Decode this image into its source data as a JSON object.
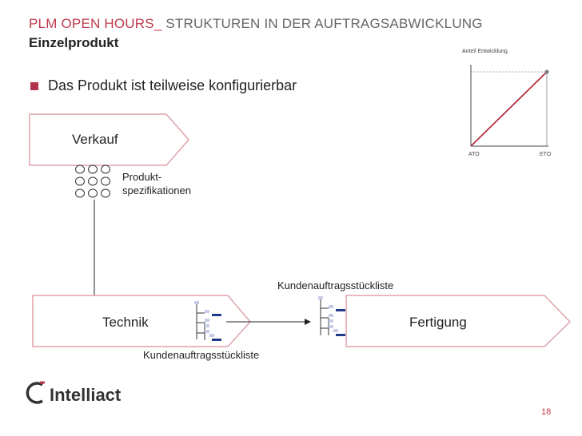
{
  "header": {
    "title_accent": "PLM OPEN HOURS_",
    "title_rest": " STRUKTUREN IN DER AUFTRAGSABWICKLUNG",
    "subtitle": "Einzelprodukt"
  },
  "bullet": {
    "text": "Das Produkt ist teilweise konfigurierbar"
  },
  "mini_chart": {
    "title": "Anteil Entwicklung",
    "x_start_label": "ATO",
    "x_end_label": "ETO"
  },
  "process": {
    "sales": "Verkauf",
    "product_specs_line1": "Produkt-",
    "product_specs_line2": "spezifikationen",
    "engineering": "Technik",
    "manufacturing": "Fertigung",
    "bom_top": "Kundenauftragsstückliste",
    "bom_bottom": "Kundenauftragsstückliste"
  },
  "footer": {
    "logo": "Intelliact",
    "page": "18"
  },
  "colors": {
    "accent": "#c0394b",
    "shape_border": "#e0a3ab",
    "bom_blue": "#1f3a8a"
  }
}
